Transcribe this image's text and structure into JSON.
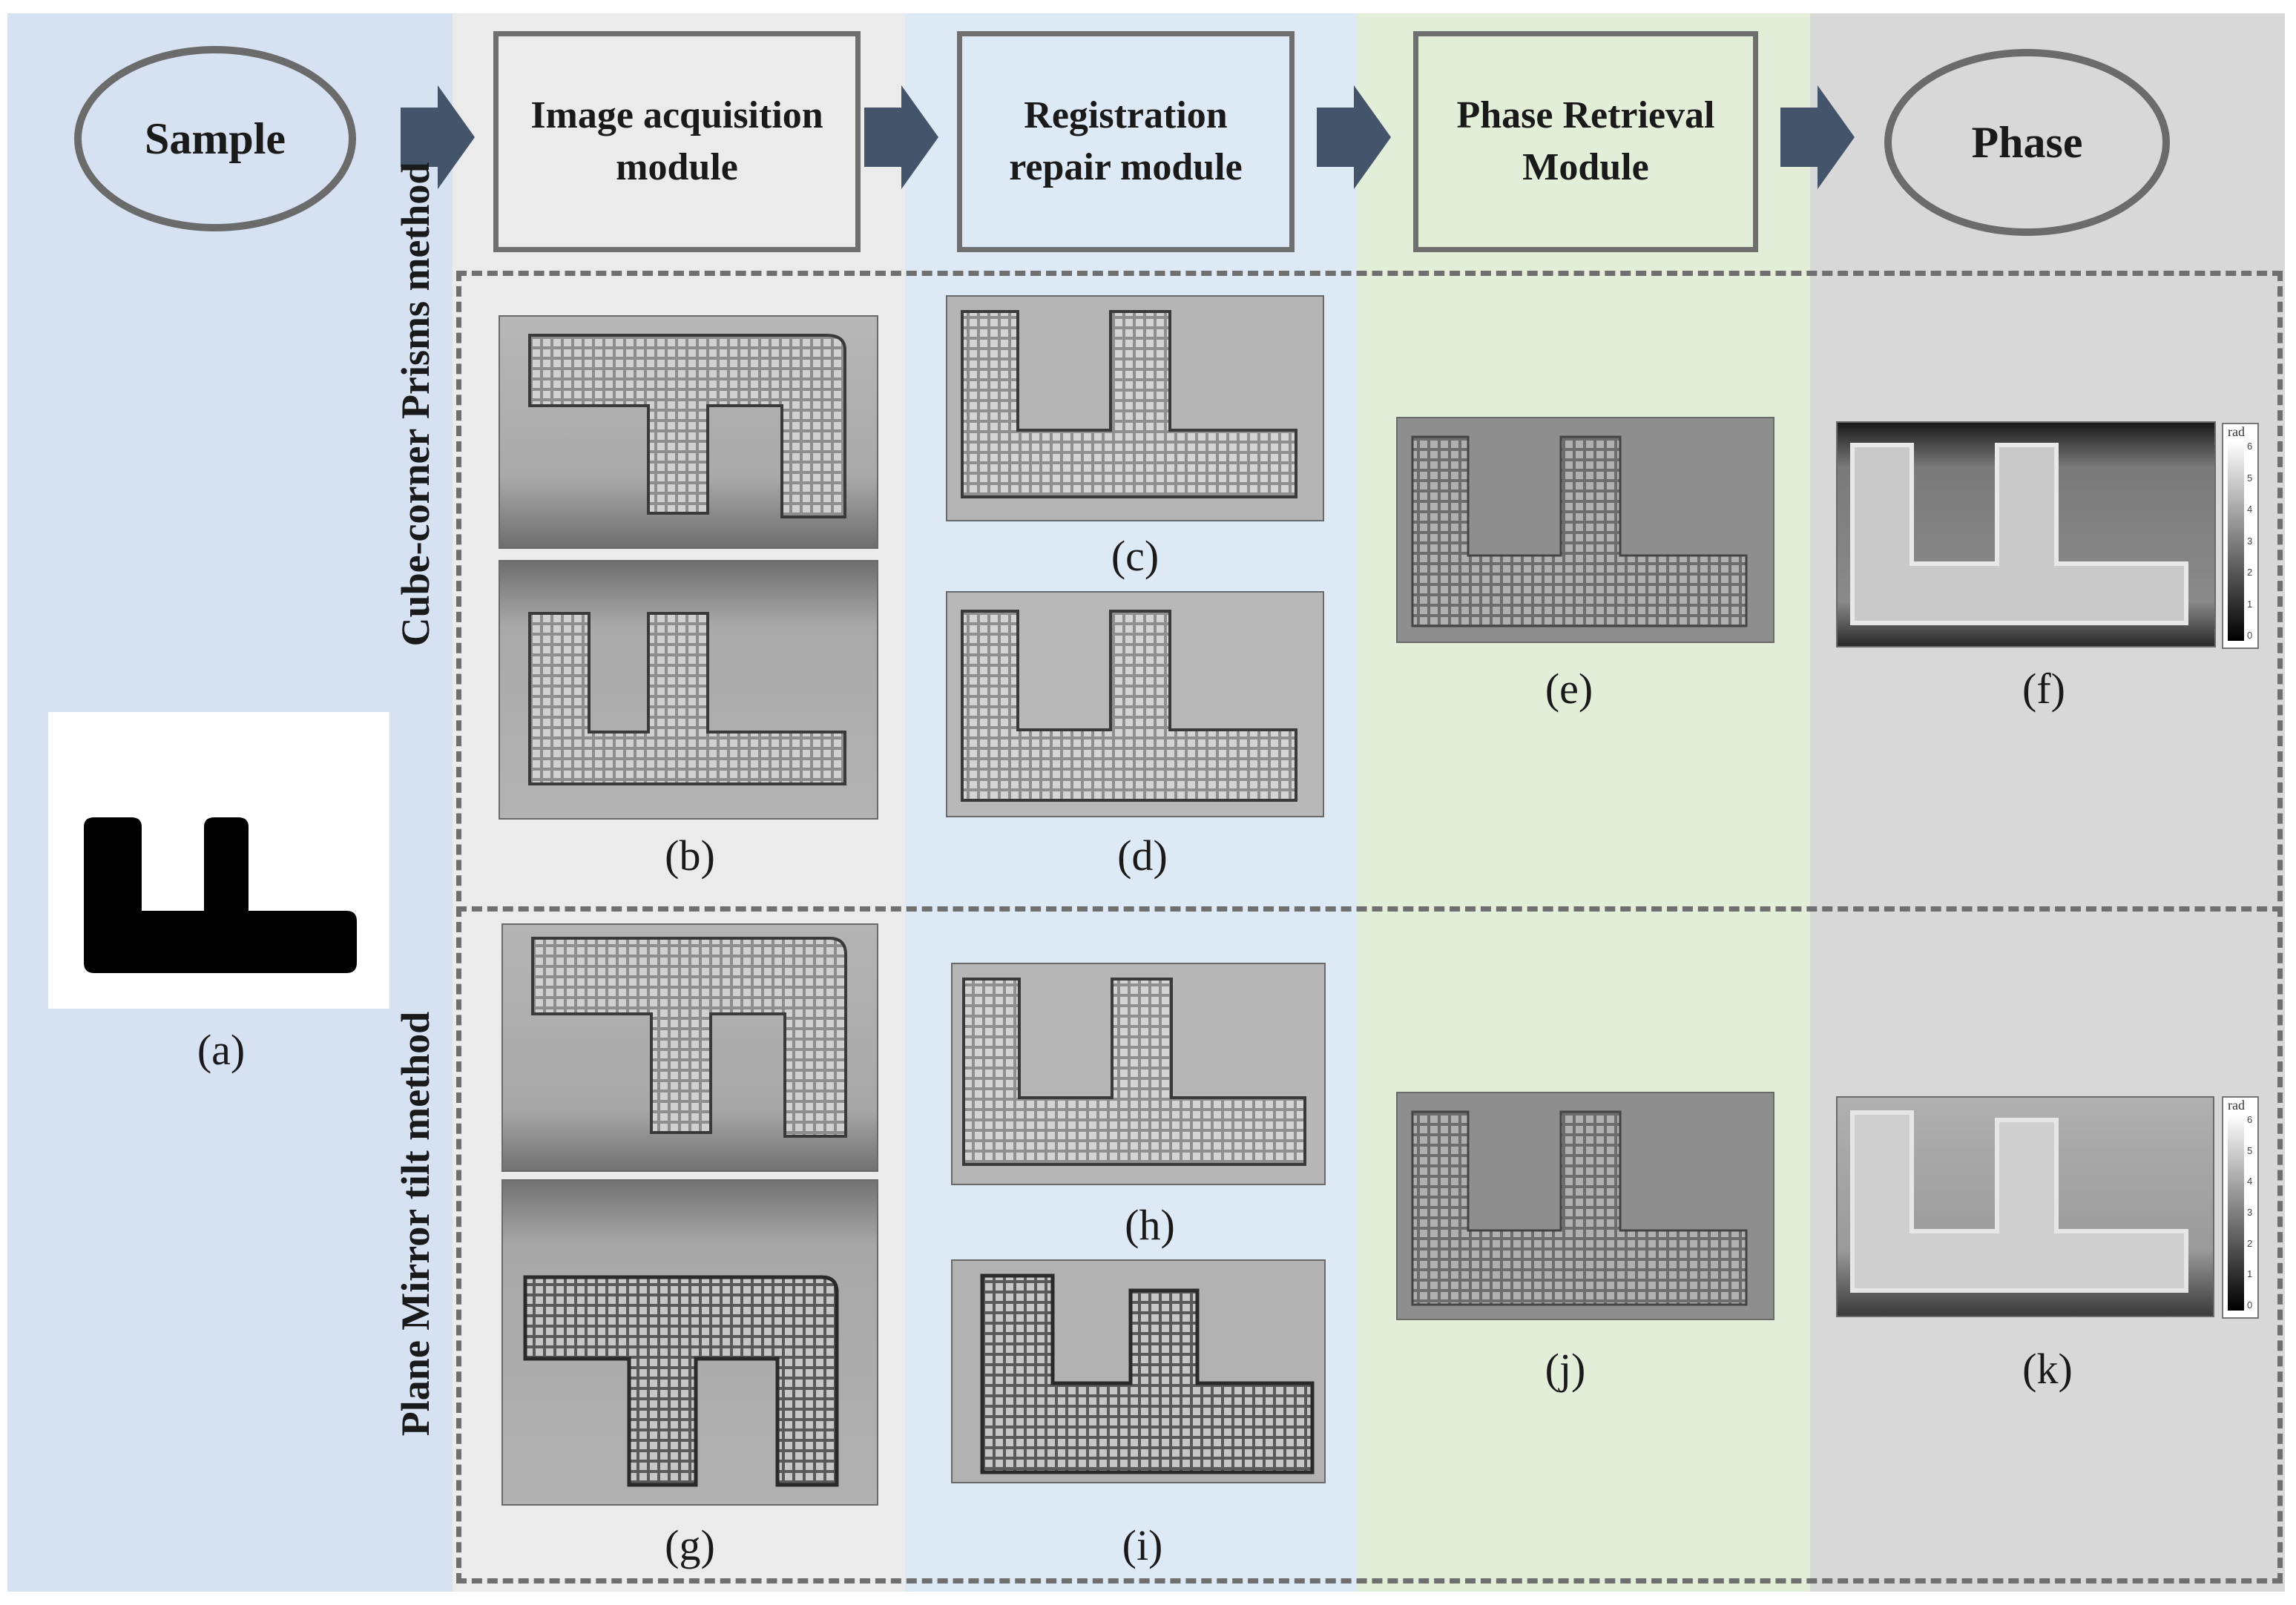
{
  "colors": {
    "sample_bg": "#d6e1f2",
    "acquisition_bg": "#ebebeb",
    "registration_bg": "#dde9f5",
    "retrieval_bg": "#e3eed9",
    "phase_bg": "#d8d8d8",
    "arrow": "#44546a",
    "border": "#6f6f6f"
  },
  "flow": {
    "sample": "Sample",
    "acquisition": "Image acquisition module",
    "registration": "Registration repair module",
    "retrieval": "Phase Retrieval Module",
    "phase": "Phase"
  },
  "methods": {
    "top": "Cube-corner Prisms method",
    "bottom": "Plane Mirror tilt method"
  },
  "captions": {
    "a": "(a)",
    "b": "(b)",
    "c": "(c)",
    "d": "(d)",
    "e": "(e)",
    "f": "(f)",
    "g": "(g)",
    "h": "(h)",
    "i": "(i)",
    "j": "(j)",
    "k": "(k)"
  },
  "colorbar": {
    "unit": "rad",
    "ticks": [
      "6",
      "5",
      "4",
      "3",
      "2",
      "1",
      "0"
    ]
  },
  "icons": {
    "flow_arrow": "block-right-arrow-icon"
  }
}
